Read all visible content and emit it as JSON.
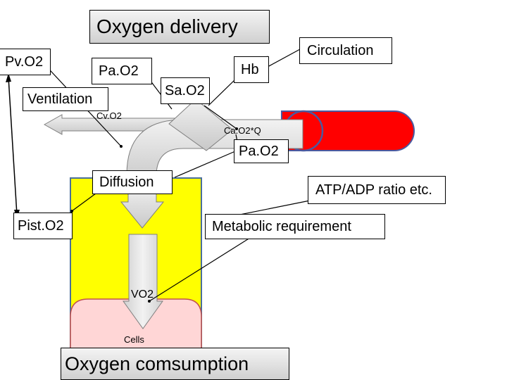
{
  "labels": {
    "title": "Oxygen delivery",
    "pvo2": "Pv.O2",
    "pao2_top": "Pa.O2",
    "hb": "Hb",
    "circulation": "Circulation",
    "ventilation": "Ventilation",
    "sao2": "Sa.O2",
    "cvo2": "Cv.O2",
    "cao2q": "Ca.O2*Q",
    "pao2_mid": "Pa.O2",
    "diffusion": "Diffusion",
    "atp_adp": "ATP/ADP ratio etc.",
    "pisto2": "Pist.O2",
    "metabolic": "Metabolic requirement",
    "vo2": "VO2",
    "cells": "Cells",
    "consumption": "Oxygen comsumption"
  },
  "colors": {
    "blood": "#ff0000",
    "vessel_outline": "#4a5aa0",
    "tissue": "#ffff00",
    "tissue_outline": "#4a6f9a",
    "cell": "#ffd6d6",
    "cell_outline": "#c0504d",
    "arrow_fill": "#dcdcdc",
    "arrow_stroke": "#7f7f7f"
  }
}
